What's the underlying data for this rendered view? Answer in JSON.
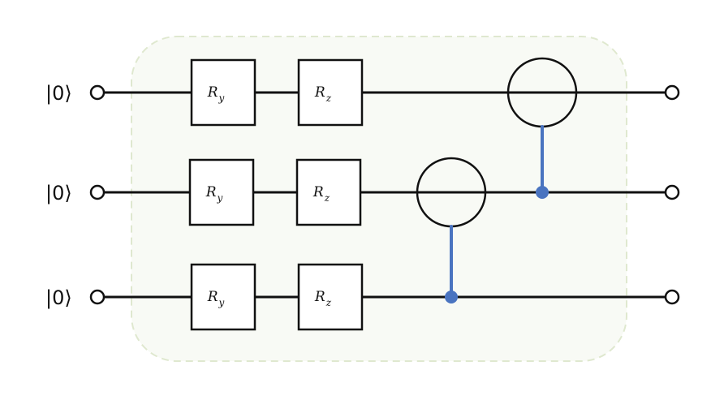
{
  "colors": {
    "background": "#ffffff",
    "panel_fill": "#f8faf5",
    "panel_border": "#dfe8cf",
    "wire": "#111111",
    "gate_border": "#111111",
    "control": "#4a74c0"
  },
  "qubits": [
    {
      "label": "|0⟩",
      "gates": [
        {
          "symbol": "R",
          "subscript": "y"
        },
        {
          "symbol": "R",
          "subscript": "z"
        }
      ]
    },
    {
      "label": "|0⟩",
      "gates": [
        {
          "symbol": "R",
          "subscript": "y"
        },
        {
          "symbol": "R",
          "subscript": "z"
        }
      ]
    },
    {
      "label": "|0⟩",
      "gates": [
        {
          "symbol": "R",
          "subscript": "y"
        },
        {
          "symbol": "R",
          "subscript": "z"
        }
      ]
    }
  ],
  "cnots": [
    {
      "control_qubit": 2,
      "target_qubit": 1
    },
    {
      "control_qubit": 1,
      "target_qubit": 0
    }
  ]
}
